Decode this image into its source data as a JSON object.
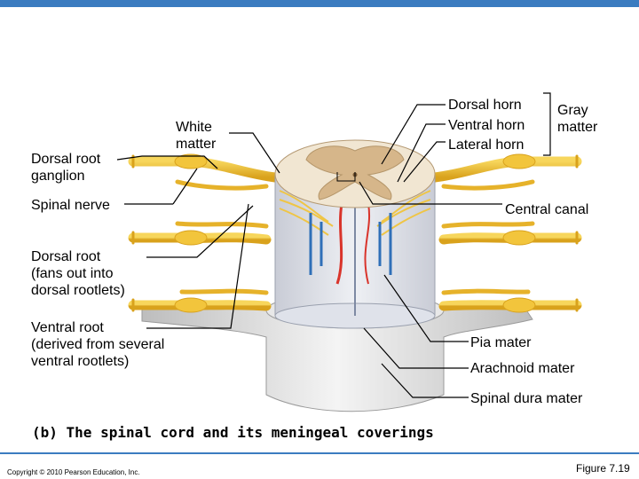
{
  "labels": {
    "dorsal_root_ganglion": [
      "Dorsal root",
      "ganglion"
    ],
    "white_matter": [
      "White",
      "matter"
    ],
    "spinal_nerve": "Spinal nerve",
    "dorsal_root": [
      "Dorsal root",
      "(fans out into",
      "dorsal rootlets)"
    ],
    "ventral_root": [
      "Ventral root",
      "(derived from several",
      "ventral rootlets)"
    ],
    "dorsal_horn": "Dorsal horn",
    "ventral_horn": "Ventral horn",
    "lateral_horn": "Lateral horn",
    "gray_matter": [
      "Gray",
      "matter"
    ],
    "central_canal": "Central canal",
    "pia_mater": "Pia mater",
    "arachnoid_mater": "Arachnoid mater",
    "spinal_dura_mater": "Spinal dura mater"
  },
  "caption": "(b)  The spinal cord and its meningeal coverings",
  "copyright": "Copyright © 2010 Pearson Education, Inc.",
  "figure_number": "Figure 7.19",
  "colors": {
    "accent_bar": "#3b7cc0",
    "nerve": "#f0c23a",
    "gray_matter": "#d6b68a",
    "white_matter": "#f1e6d2",
    "dura": "#dcdcdc",
    "artery": "#d9342b",
    "vein": "#2f6fb8"
  }
}
